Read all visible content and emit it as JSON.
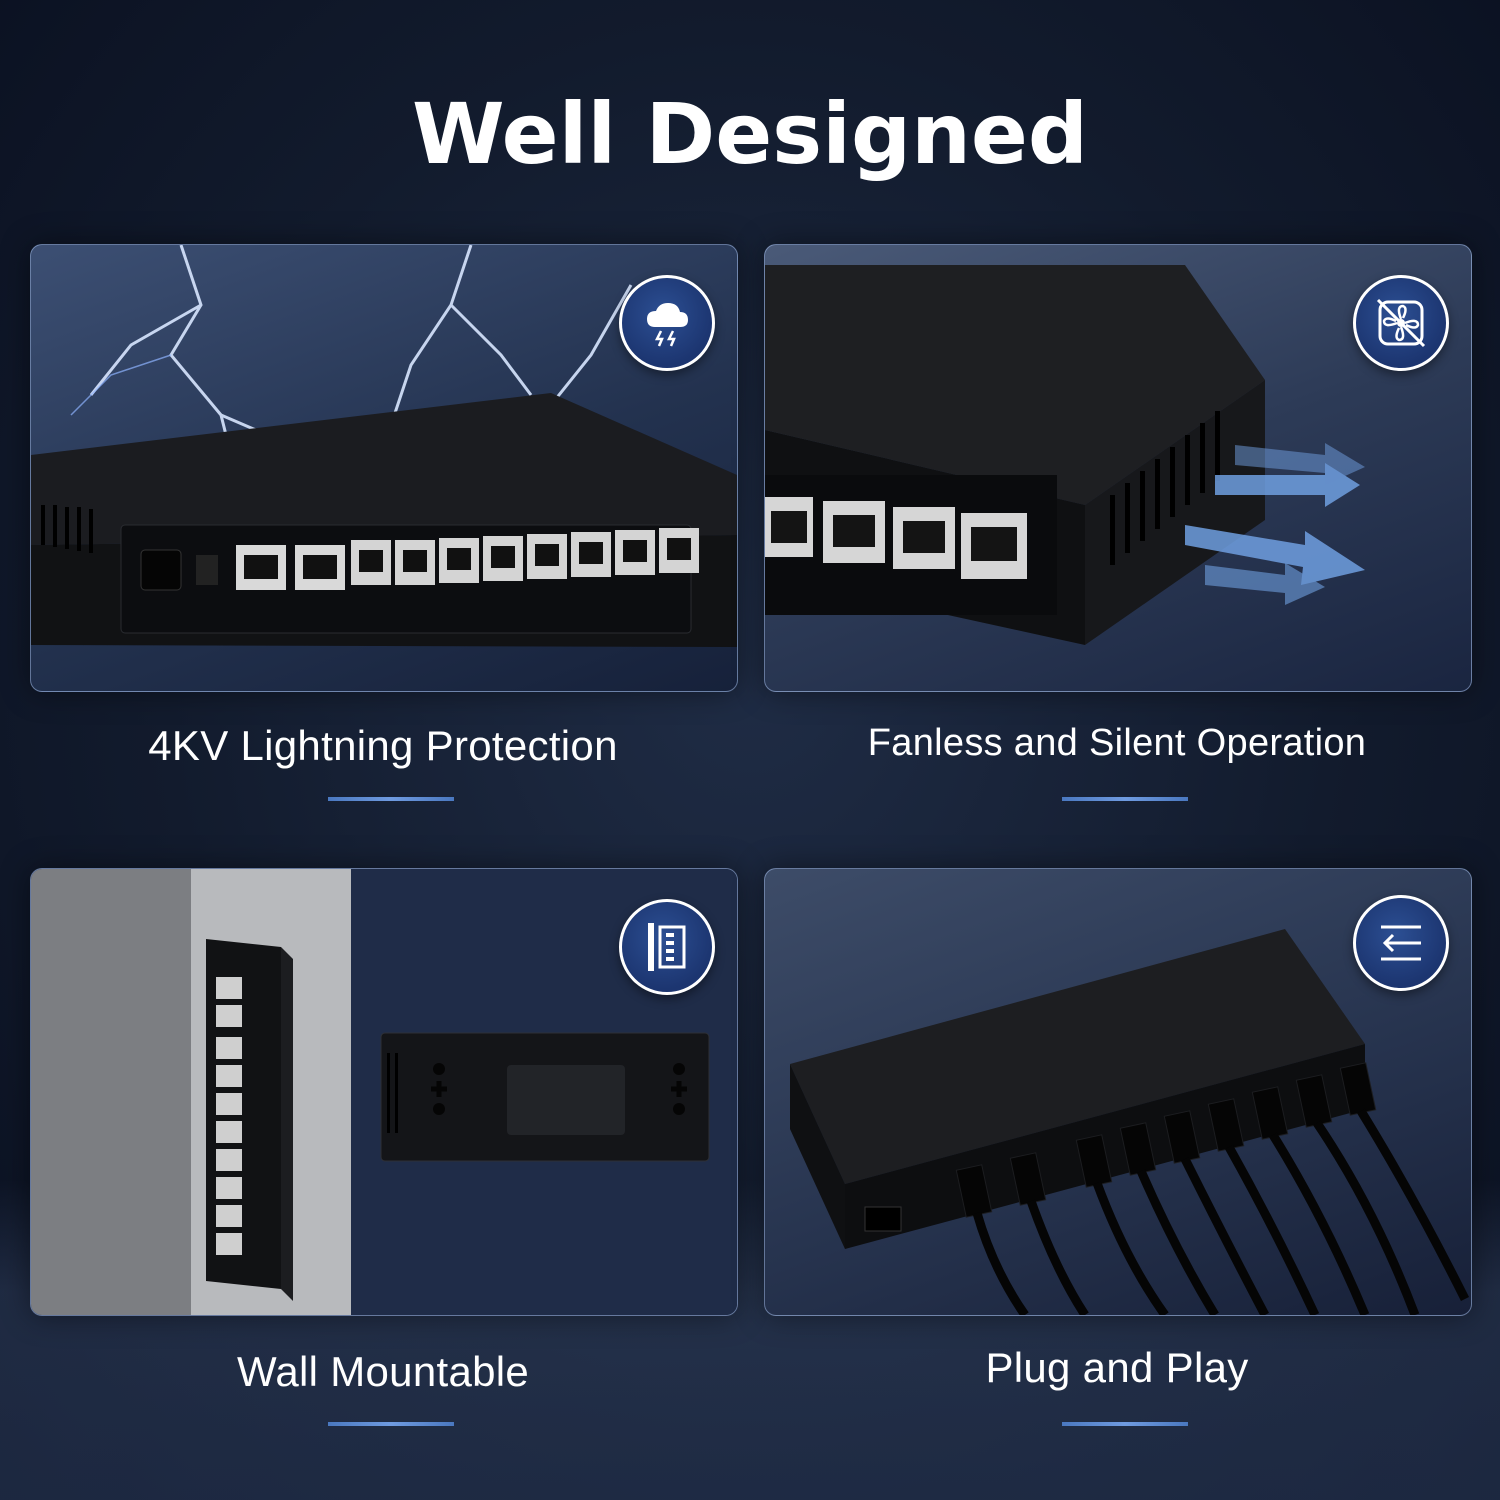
{
  "title": "Well Designed",
  "accent_color": "#2c4f93",
  "features": [
    {
      "caption": "4KV Lightning Protection",
      "icon": "storm-cloud-icon"
    },
    {
      "caption": "Fanless and Silent Operation",
      "icon": "no-fan-icon"
    },
    {
      "caption": "Wall Mountable",
      "icon": "wall-mount-icon"
    },
    {
      "caption": "Plug and Play",
      "icon": "plug-and-play-icon"
    }
  ]
}
